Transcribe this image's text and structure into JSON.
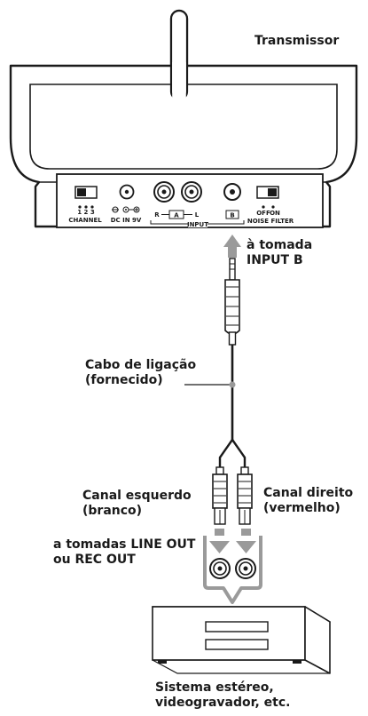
{
  "labels": {
    "transmitter": "Transmissor",
    "input_b_jack": [
      "à tomada",
      "INPUT B"
    ],
    "cable": [
      "Cabo de ligação",
      "(fornecido)"
    ],
    "left_channel": [
      "Canal esquerdo",
      "(branco)"
    ],
    "right_channel": [
      "Canal direito",
      "(vermelho)"
    ],
    "output_jacks": [
      "a tomadas LINE OUT",
      "ou REC OUT"
    ],
    "source_device": [
      "Sistema estéreo,",
      "videogravador, etc."
    ]
  },
  "panel": {
    "channel_numbers": "1 2 3",
    "channel": "CHANNEL",
    "dc_in": "DC IN  9V",
    "r": "R",
    "a": "A",
    "l": "L",
    "b": "B",
    "input": "INPUT",
    "off": "OFF",
    "on": "ON",
    "noise_filter": "NOISE FILTER"
  },
  "colors": {
    "line": "#1a1a1a",
    "arrow": "#9a9a9a",
    "panel_bg": "#ffffff"
  }
}
